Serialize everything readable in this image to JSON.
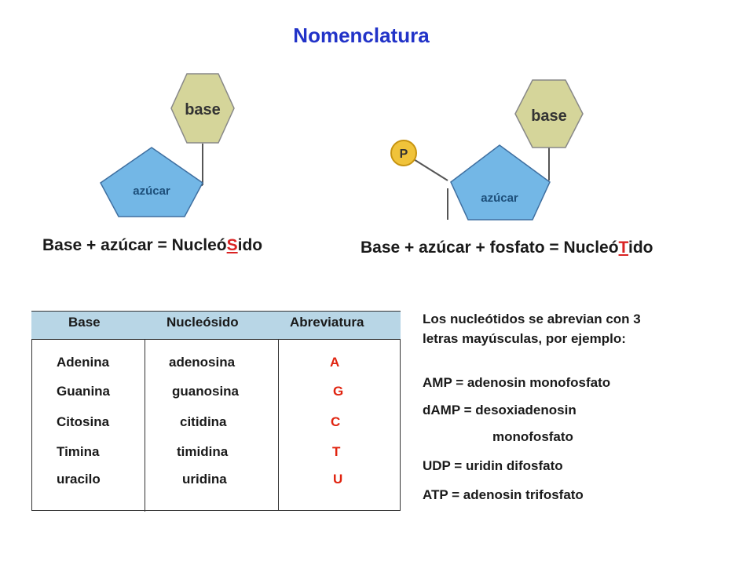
{
  "title": "Nomenclatura",
  "left_diagram": {
    "sugar_label": "azúcar",
    "base_label": "base"
  },
  "right_diagram": {
    "sugar_label": "azúcar",
    "base_label": "base",
    "phosphate_label": "P"
  },
  "formula_nucleoside": {
    "before": "Base + azúcar = Nucleó",
    "highlight": "S",
    "after": "ido"
  },
  "formula_nucleotide": {
    "before": "Base + azúcar + fosfato = Nucleó",
    "highlight": "T",
    "after": "ido"
  },
  "table": {
    "headers": [
      "Base",
      "Nucleósido",
      "Abreviatura"
    ],
    "rows": [
      [
        "Adenina",
        "adenosina",
        "A"
      ],
      [
        "Guanina",
        "guanosina",
        "G"
      ],
      [
        "Citosina",
        "citidina",
        "C"
      ],
      [
        "Timina",
        "timidina",
        "T"
      ],
      [
        "uracilo",
        "uridina",
        "U"
      ]
    ]
  },
  "notes": {
    "intro_line1": "Los nucleótidos se abrevian con 3",
    "intro_line2": "letras mayúsculas, por ejemplo:",
    "examples": [
      "AMP = adenosin monofosfato",
      "dAMP = desoxiadenosin",
      "monofosfato",
      "UDP = uridin difosfato",
      "ATP = adenosin trifosfato"
    ]
  },
  "colors": {
    "title": "#2233c8",
    "sugar_fill": "#73b7e6",
    "base_fill": "#d5d59a",
    "phosphate_fill": "#f0c33a",
    "highlight": "#d92323",
    "table_header": "#b8d6e6"
  }
}
